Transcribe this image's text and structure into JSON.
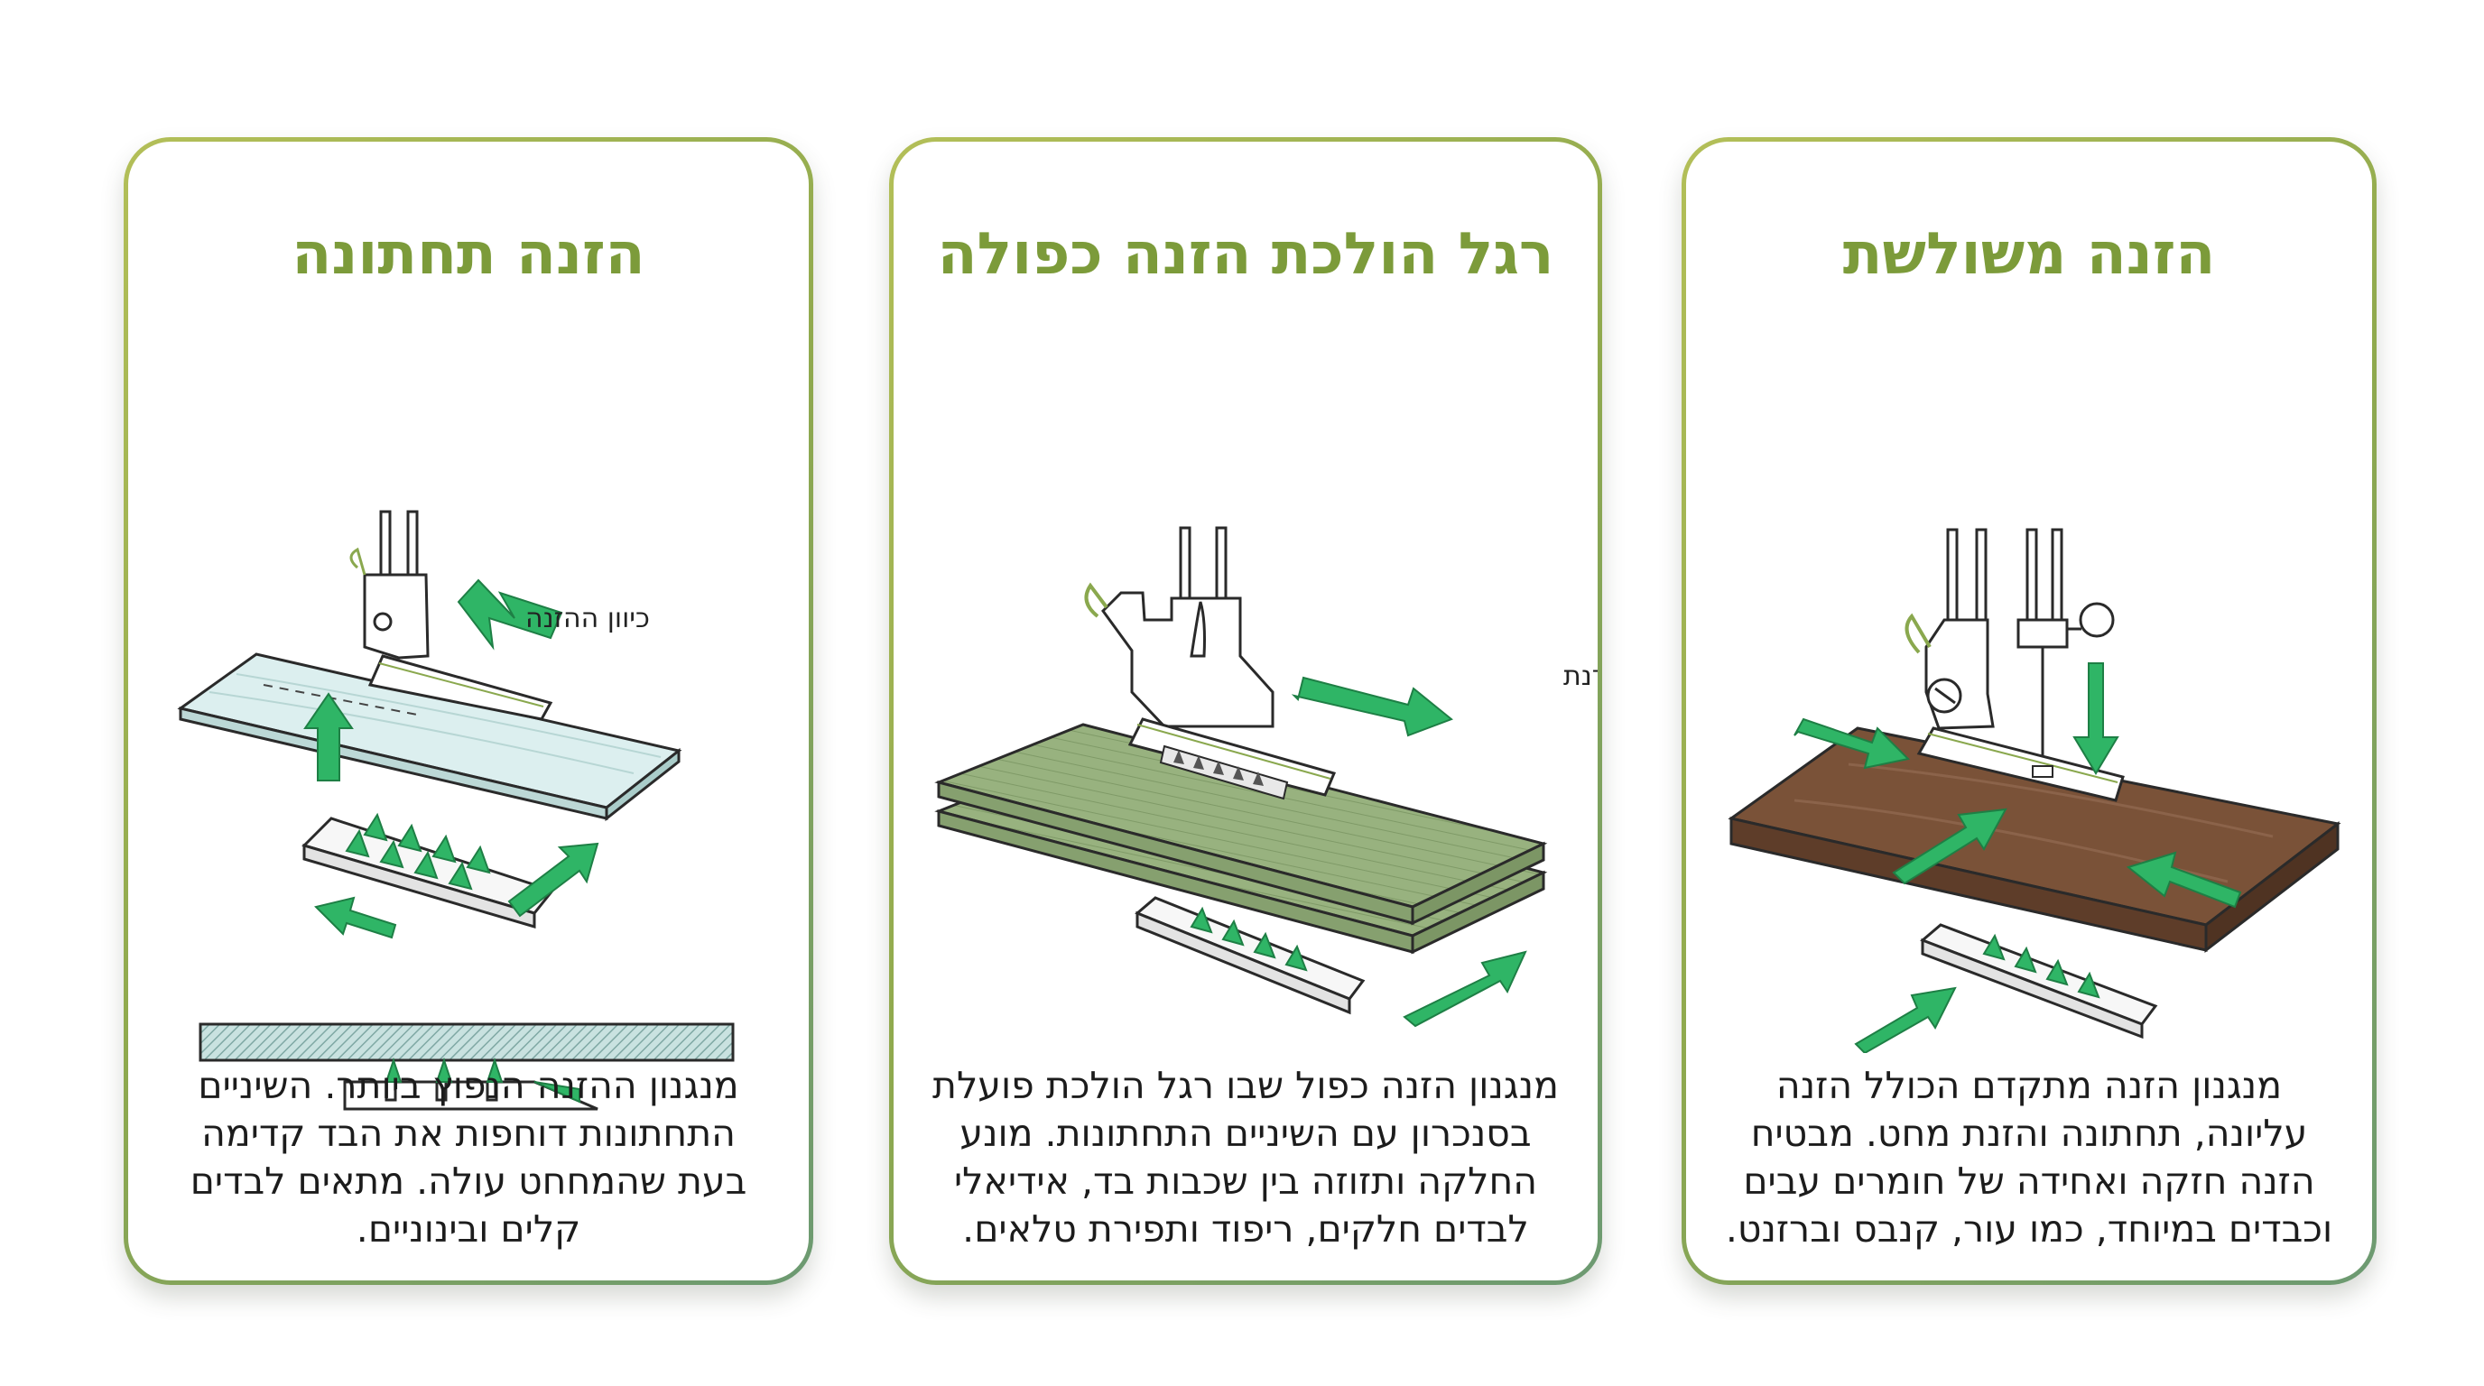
{
  "cards": [
    {
      "title": "הזנה תחתונה",
      "direction_label": "כיוון ההזנה",
      "description": "מנגנון ההזנה הנפוץ ביותר. השיניים התחתונות דוחפות את הבד קדימה בעת שהמחחט עולה. מתאים לבדים קלים ובינוניים."
    },
    {
      "title": "רגל הולכת הזנה כפולה",
      "sync_label": "הזנה מסונכרנת",
      "description": "מנגנון הזנה כפול שבו רגל הולכת פועלת בסנכרון עם השיניים התחתונות. מונע החלקה ותזוזה בין שכבות בד, אידיאלי לבדים חלקים, ריפוד ותפירת טלאים."
    },
    {
      "title": "הזנה משולשת",
      "description": "מנגנון הזנה מתקדם הכולל הזנה עליונה, תחתונה והזנת מחט. מבטיח הזנה חזקה ואחידה של חומרים עבים וכבדים במיוחד, כמו עור, קנבס וברזנט."
    }
  ],
  "colors": {
    "title_green": "#7c9b3a",
    "arrow_green": "#2fb566",
    "sheer_fabric": "#dcefef",
    "quilted_fabric": "#98b27f",
    "leather": "#7a5238"
  },
  "icons": [
    "presser-foot-icon",
    "walking-foot-icon",
    "needle-feed-icon",
    "feed-dog-icon",
    "feed-arrow-icon"
  ]
}
